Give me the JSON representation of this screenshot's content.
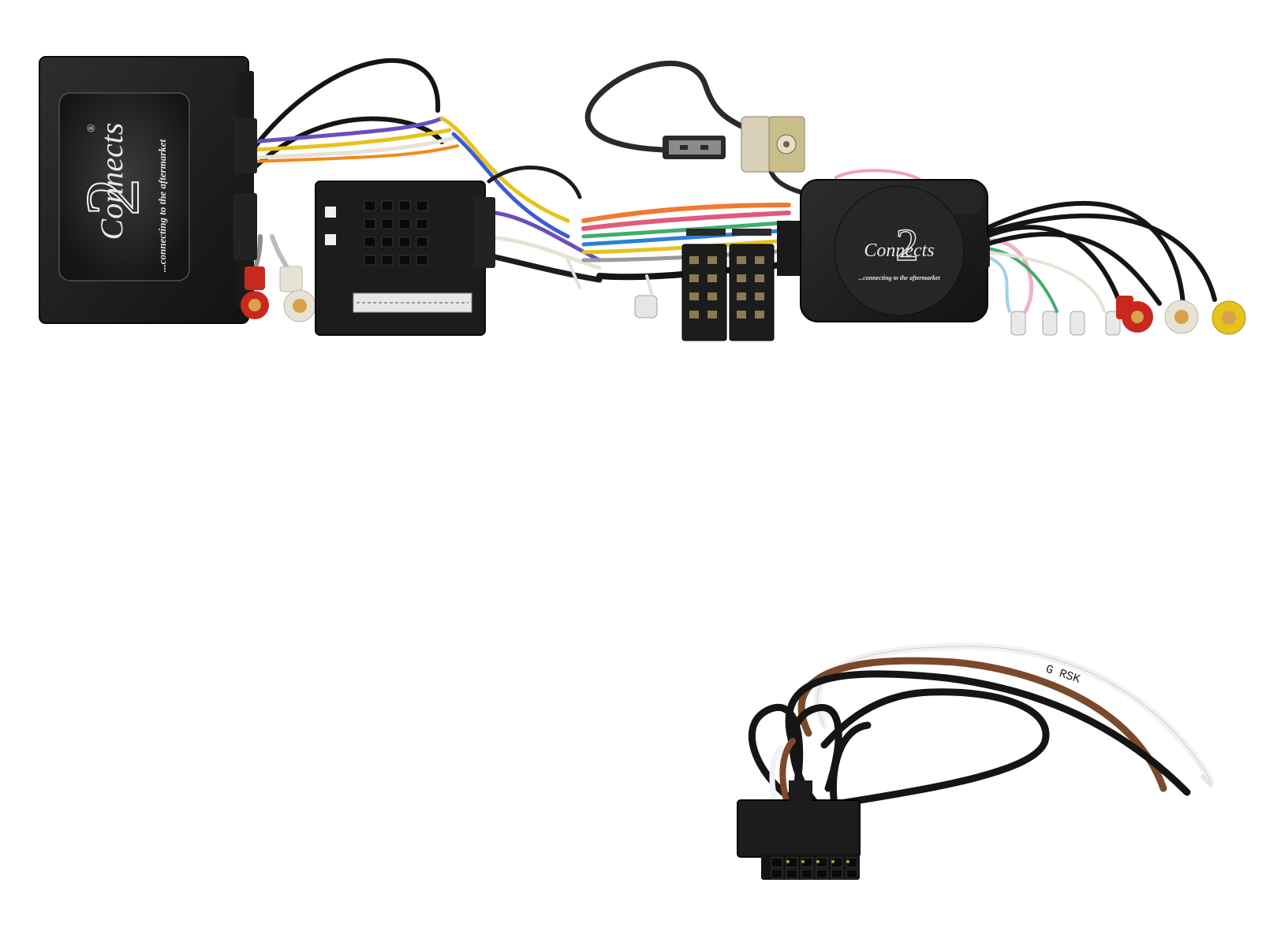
{
  "brand": {
    "main_logo_text": "Connects",
    "main_logo_number": "2",
    "tagline": "...connecting to the aftermarket",
    "registered_mark": "®"
  },
  "small_box": {
    "logo_text": "Connects",
    "logo_number": "2",
    "tagline": "...connecting to the aftermarket"
  },
  "harness": {
    "wire_print": "G RSK"
  },
  "colors": {
    "background": "#ffffff",
    "module": "#1c1c1c",
    "red_rca": "#c8281e",
    "white_rca": "#e6e2d6",
    "yellow_rca": "#e8c21c",
    "brown_wire": "#7a4a2a"
  }
}
